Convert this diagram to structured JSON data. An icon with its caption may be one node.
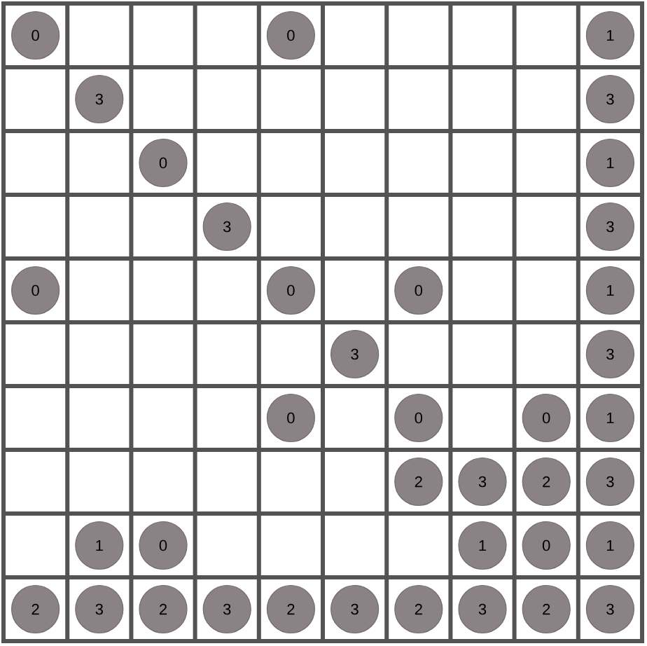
{
  "diagram": {
    "nodes": [
      {
        "text": [
          "0"
        ]
      },
      {
        "text": [
          "0"
        ]
      },
      {
        "text": [
          "1"
        ]
      },
      {
        "text": [
          "3"
        ]
      },
      {
        "text": [
          "3"
        ]
      },
      {
        "text": [
          "0"
        ]
      },
      {
        "text": [
          "1"
        ]
      },
      {
        "text": [
          "3"
        ]
      },
      {
        "text": [
          "3"
        ]
      },
      {
        "text": [
          "0"
        ]
      },
      {
        "text": [
          "0"
        ]
      },
      {
        "text": [
          "0"
        ]
      },
      {
        "text": [
          "1"
        ]
      },
      {
        "text": [
          "3"
        ]
      },
      {
        "text": [
          "3"
        ]
      },
      {
        "text": [
          "0"
        ]
      },
      {
        "text": [
          "0"
        ]
      },
      {
        "text": [
          "0"
        ]
      },
      {
        "text": [
          "1"
        ]
      },
      {
        "text": [
          "2"
        ]
      },
      {
        "text": [
          "3"
        ]
      },
      {
        "text": [
          "2"
        ]
      },
      {
        "text": [
          "3"
        ]
      },
      {
        "text": [
          "1"
        ]
      },
      {
        "text": [
          "0"
        ]
      },
      {
        "text": [
          "1"
        ]
      },
      {
        "text": [
          "0"
        ]
      },
      {
        "text": [
          "1"
        ]
      },
      {
        "text": [
          "2"
        ]
      },
      {
        "text": [
          "3"
        ]
      },
      {
        "text": [
          "2"
        ]
      },
      {
        "text": [
          "3"
        ]
      },
      {
        "text": [
          "2"
        ]
      },
      {
        "text": [
          "3"
        ]
      },
      {
        "text": [
          "2"
        ]
      },
      {
        "text": [
          "3"
        ]
      },
      {
        "text": [
          "2"
        ]
      },
      {
        "text": [
          "3"
        ]
      }
    ]
  }
}
